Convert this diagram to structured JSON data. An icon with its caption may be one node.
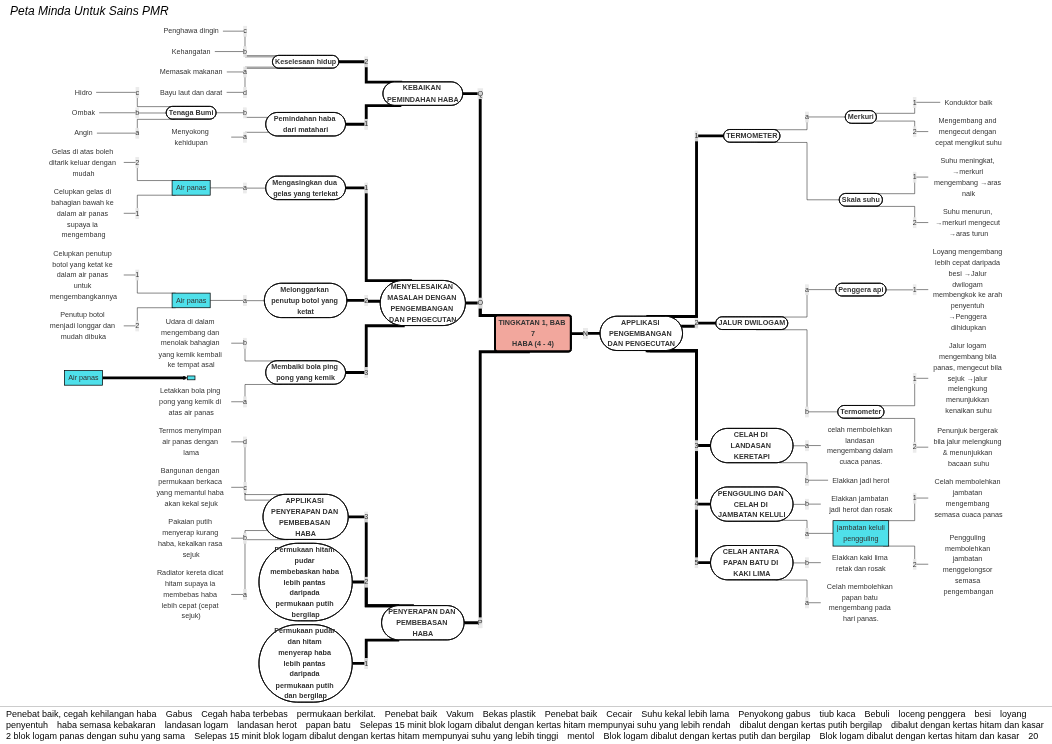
{
  "diagram": {
    "title": "Peta Minda Untuk Sains PMR",
    "nodes": [
      {
        "text": [
          "TINGKATAN 1, BAB 7",
          "HABA (4 - 4)"
        ]
      },
      {
        "text": [
          "KEBAIKAN PEMINDAHAN HABA"
        ]
      },
      {
        "text": [
          "Keselesaan hidup"
        ]
      },
      {
        "text": [
          "Penghawa dingin"
        ]
      },
      {
        "text": [
          "Kehangatan"
        ]
      },
      {
        "text": [
          "Memasak makanan"
        ]
      },
      {
        "text": [
          "Bayu laut dan darat"
        ]
      },
      {
        "text": [
          "Pemindahan haba dari matahari"
        ]
      },
      {
        "text": [
          "Tenaga Bumi"
        ]
      },
      {
        "text": [
          "Hidro"
        ]
      },
      {
        "text": [
          "Ombak"
        ]
      },
      {
        "text": [
          "Angin"
        ]
      },
      {
        "text": [
          "Menyokong kehidupan"
        ]
      },
      {
        "text": [
          "APPLIKASI PENGEMBANGAN DAN PENGECUTAN"
        ]
      },
      {
        "text": [
          "TERMOMETER"
        ]
      },
      {
        "text": [
          "Merkuri"
        ]
      },
      {
        "text": [
          "Konduktor baik"
        ]
      },
      {
        "text": [
          "Mengembang and mengecut dengan cepat mengikut suhu"
        ]
      },
      {
        "text": [
          "Skala suhu"
        ]
      },
      {
        "text": [
          "Suhu meningkat, →merkuri mengembang →aras naik"
        ]
      },
      {
        "text": [
          "Suhu menurun, →merkuri mengecut →aras turun"
        ]
      },
      {
        "text": [
          "JALUR DWILOGAM"
        ]
      },
      {
        "text": [
          "Penggera api"
        ]
      },
      {
        "text": [
          "Loyang mengembang lebih cepat daripada besi →Jalur dwilogam membengkok ke arah penyentuh →Penggera dihidupkan"
        ]
      },
      {
        "text": [
          "Termometer"
        ]
      },
      {
        "text": [
          "Jalur logam mengembang bila panas, mengecut bila sejuk →jalur melengkung menunjukkan kenaikan suhu"
        ]
      },
      {
        "text": [
          "Penunjuk bergerak bila jalur melengkung & menunjukkan bacaan suhu"
        ]
      },
      {
        "text": [
          "CELAH DI LANDASAN KERETAPI"
        ]
      },
      {
        "text": [
          "celah membolehkan landasan mengembang dalam cuaca panas."
        ]
      },
      {
        "text": [
          "Elakkan jadi herot"
        ]
      },
      {
        "text": [
          "PENGGULING DAN CELAH DI JAMBATAN KELULI"
        ]
      },
      {
        "text": [
          "Elakkan jambatan jadi herot dan rosak"
        ]
      },
      {
        "text": [
          "jambatan keluli",
          "pengguling"
        ]
      },
      {
        "text": [
          "Celah membolehkan jambatan mengembang semasa cuaca panas"
        ]
      },
      {
        "text": [
          "Pengguling membolehkan jambatan menggelongsor semasa pengembangan"
        ]
      },
      {
        "text": [
          "CELAH ANTARA PAPAN BATU DI KAKI LIMA"
        ]
      },
      {
        "text": [
          "Elakkan kaki lima retak dan rosak"
        ]
      },
      {
        "text": [
          "Celah membolehkan papan batu mengembang pada hari panas."
        ]
      },
      {
        "text": [
          "MENYELESAIKAN MASALAH DENGAN PENGEMBANGAN DAN PENGECUTAN"
        ]
      },
      {
        "text": [
          "Mengasingkan dua gelas yang terlekat"
        ]
      },
      {
        "text": [
          "Air panas"
        ]
      },
      {
        "text": [
          "Gelas di atas boleh ditarik keluar dengan mudah"
        ]
      },
      {
        "text": [
          "Celupkan gelas di bahagian bawah ke dalam air panas supaya ia mengembang"
        ]
      },
      {
        "text": [
          "Melonggarkan penutup botol yang ketat"
        ]
      },
      {
        "text": [
          "Air panas"
        ]
      },
      {
        "text": [
          "Celupkan penutup botol yang ketat ke dalam air panas untuk mengembangkannya"
        ]
      },
      {
        "text": [
          "Penutup botol menjadi longgar dan mudah dibuka"
        ]
      },
      {
        "text": [
          "Membaiki bola ping pong yang kemik"
        ]
      },
      {
        "text": [
          "Udara di dalam mengembang dan menolak bahagian yang kemik kembali ke tempat asal"
        ]
      },
      {
        "text": [],
        "shape": "box"
      },
      {
        "text": [
          "Letakkan bola ping pong yang kemik di atas air panas"
        ]
      },
      {
        "text": [
          "Air panas"
        ]
      },
      {
        "text": [
          "PENYERAPAN DAN PEMBEBASAN HABA"
        ]
      },
      {
        "text": [
          "APPLIKASI PENYERAPAN DAN PEMBEBASAN HABA"
        ]
      },
      {
        "text": [
          "Termos menyimpan air panas dengan lama"
        ]
      },
      {
        "text": [
          "Bangunan dengan permukaan berkaca yang memantul haba akan kekal sejuk"
        ]
      },
      {
        "text": [
          "Pakaian putih menyerap kurang haba, kekalkan rasa sejuk"
        ]
      },
      {
        "text": [
          "Radiator kereta dicat hitam supaya ia membebas haba lebih cepat (cepat sejuk)"
        ]
      },
      {
        "text": [
          "Permukaan hitam pudar membebaskan haba lebih pantas daripada permukaan putih bergilap"
        ]
      },
      {
        "text": [
          "Permukaan pudar dan hitam menyerap haba lebih pantas daripada permukaan putih dan bergilap"
        ]
      }
    ],
    "edges": [
      {
        "from": 0,
        "to": 1,
        "arrow": "none",
        "label": "Q",
        "style": "thick"
      },
      {
        "from": 1,
        "to": 2,
        "arrow": "none",
        "label": "2",
        "style": "thick"
      },
      {
        "from": 2,
        "to": 3,
        "arrow": "none",
        "label": "c"
      },
      {
        "from": 2,
        "to": 4,
        "arrow": "none",
        "label": "b"
      },
      {
        "from": 2,
        "to": 5,
        "arrow": "none",
        "label": "a"
      },
      {
        "from": 2,
        "to": 6,
        "arrow": "none",
        "label": "d"
      },
      {
        "from": 1,
        "to": 7,
        "arrow": "none",
        "label": "1",
        "style": "thick"
      },
      {
        "from": 7,
        "to": 8,
        "arrow": "none",
        "label": "b"
      },
      {
        "from": 8,
        "to": 9,
        "arrow": "none",
        "label": "c"
      },
      {
        "from": 8,
        "to": 10,
        "arrow": "none",
        "label": "b"
      },
      {
        "from": 8,
        "to": 11,
        "arrow": "none",
        "label": "a"
      },
      {
        "from": 7,
        "to": 12,
        "arrow": "none",
        "label": "a"
      },
      {
        "from": 0,
        "to": 13,
        "arrow": "none",
        "label": "N",
        "style": "thick"
      },
      {
        "from": 13,
        "to": 14,
        "arrow": "none",
        "label": "1",
        "style": "thick"
      },
      {
        "from": 14,
        "to": 15,
        "arrow": "none",
        "label": "a"
      },
      {
        "from": 15,
        "to": 16,
        "arrow": "none",
        "label": "1"
      },
      {
        "from": 15,
        "to": 17,
        "arrow": "none",
        "label": "2"
      },
      {
        "from": 14,
        "to": 18,
        "arrow": "none"
      },
      {
        "from": 18,
        "to": 19,
        "arrow": "none",
        "label": "1"
      },
      {
        "from": 18,
        "to": 20,
        "arrow": "none",
        "label": "2"
      },
      {
        "from": 13,
        "to": 21,
        "arrow": "none",
        "label": "2",
        "style": "thick"
      },
      {
        "from": 21,
        "to": 22,
        "arrow": "none",
        "label": "a"
      },
      {
        "from": 22,
        "to": 23,
        "arrow": "none",
        "label": "1"
      },
      {
        "from": 21,
        "to": 24,
        "arrow": "none",
        "label": "b"
      },
      {
        "from": 24,
        "to": 25,
        "arrow": "none",
        "label": "1"
      },
      {
        "from": 24,
        "to": 26,
        "arrow": "none",
        "label": "2"
      },
      {
        "from": 13,
        "to": 27,
        "arrow": "none",
        "label": "3",
        "style": "thick"
      },
      {
        "from": 27,
        "to": 28,
        "arrow": "none",
        "label": "a"
      },
      {
        "from": 27,
        "to": 29,
        "arrow": "none",
        "label": "b"
      },
      {
        "from": 13,
        "to": 30,
        "arrow": "none",
        "label": "4",
        "style": "thick"
      },
      {
        "from": 30,
        "to": 31,
        "arrow": "none",
        "label": "b"
      },
      {
        "from": 30,
        "to": 32,
        "arrow": "none",
        "label": "a"
      },
      {
        "from": 32,
        "to": 33,
        "arrow": "none",
        "label": "1"
      },
      {
        "from": 32,
        "to": 34,
        "arrow": "none",
        "label": "2"
      },
      {
        "from": 13,
        "to": 35,
        "arrow": "none",
        "label": "5",
        "style": "thick"
      },
      {
        "from": 35,
        "to": 36,
        "arrow": "none",
        "label": "b"
      },
      {
        "from": 35,
        "to": 37,
        "arrow": "none",
        "label": "a"
      },
      {
        "from": 0,
        "to": 38,
        "arrow": "none",
        "label": "O",
        "style": "thick"
      },
      {
        "from": 38,
        "to": 39,
        "arrow": "none",
        "label": "1",
        "style": "thick"
      },
      {
        "from": 39,
        "to": 40,
        "arrow": "none",
        "label": "a"
      },
      {
        "from": 40,
        "to": 41,
        "arrow": "none",
        "label": "2"
      },
      {
        "from": 40,
        "to": 42,
        "arrow": "none",
        "label": "1"
      },
      {
        "from": 38,
        "to": 43,
        "arrow": "none",
        "label": "2",
        "style": "thick"
      },
      {
        "from": 43,
        "to": 44,
        "arrow": "none",
        "label": "a"
      },
      {
        "from": 44,
        "to": 45,
        "arrow": "none",
        "label": "1"
      },
      {
        "from": 44,
        "to": 46,
        "arrow": "none",
        "label": "2"
      },
      {
        "from": 38,
        "to": 47,
        "arrow": "none",
        "label": "3",
        "style": "thick"
      },
      {
        "from": 47,
        "to": 48,
        "arrow": "none",
        "label": "b"
      },
      {
        "from": 47,
        "to": 50,
        "arrow": "none",
        "label": "a"
      },
      {
        "from": 51,
        "to": 49,
        "arrow": "to",
        "style": "thick"
      },
      {
        "from": 0,
        "to": 52,
        "arrow": "none",
        "label": "P",
        "style": "thick"
      },
      {
        "from": 52,
        "to": 53,
        "arrow": "none",
        "label": "3",
        "style": "thick"
      },
      {
        "from": 53,
        "to": 54,
        "arrow": "none",
        "label": "d"
      },
      {
        "from": 53,
        "to": 55,
        "arrow": "none",
        "label": "c"
      },
      {
        "from": 53,
        "to": 56,
        "arrow": "none",
        "label": "b"
      },
      {
        "from": 53,
        "to": 57,
        "arrow": "none",
        "label": "a"
      },
      {
        "from": 52,
        "to": 58,
        "arrow": "none",
        "label": "2",
        "style": "thick"
      },
      {
        "from": 52,
        "to": 59,
        "arrow": "none",
        "label": "1",
        "style": "thick"
      }
    ],
    "labels": [
      "Penebat baik, cegah kehilangan haba",
      "Gabus",
      "Cegah haba terbebas",
      "permukaan berkilat.",
      "Penebat baik",
      "Vakum",
      "Bekas plastik",
      "Penebat baik",
      "Cecair",
      "Suhu kekal lebih lama",
      "Penyokong gabus",
      "tiub kaca",
      "Bebuli",
      "loceng penggera",
      "besi",
      "loyang",
      "penyentuh",
      "haba semasa kebakaran",
      "landasan logam",
      "landasan herot",
      "papan batu",
      "Selepas 15 minit blok logam dibalut dengan kertas hitam mempunyai suhu yang lebih rendah",
      "dibalut dengan kertas putih bergilap",
      "dibalut dengan kertas hitam dan kasar",
      "2 blok logam panas dengan suhu yang sama",
      "Selepas 15 minit blok logam dibalut dengan kertas hitam mempunyai suhu yang lebih tinggi",
      "mentol",
      "Blok logam dibalut dengan kertas putih dan bergilap",
      "Blok logam dibalut dengan kertas hitam dan kasar",
      "20"
    ]
  }
}
